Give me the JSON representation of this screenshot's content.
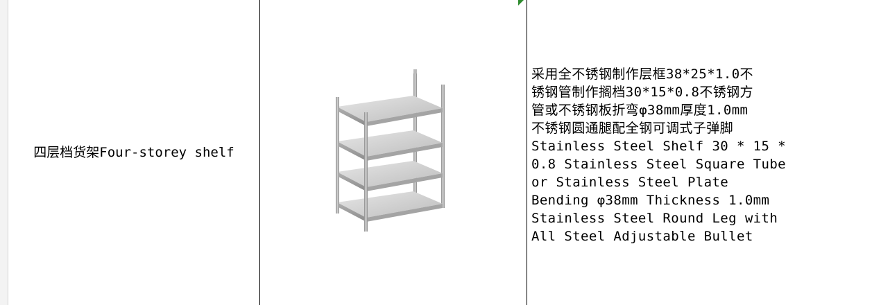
{
  "table": {
    "row": {
      "name": "四层档货架Four-storey shelf",
      "image_alt": "Four-storey stainless steel shelf",
      "description_lines": [
        "采用全不锈钢制作层框38*25*1.0不",
        "锈钢管制作搁档30*15*0.8不锈钢方",
        "管或不锈钢板折弯φ38mm厚度1.0mm",
        "不锈钢圆通腿配全钢可调式子弹脚",
        "Stainless Steel Shelf 30 * 15 *",
        "0.8 Stainless Steel Square Tube",
        "or Stainless Steel Plate",
        "Bending φ38mm Thickness 1.0mm",
        "Stainless Steel Round Leg with",
        "All Steel Adjustable Bullet"
      ]
    }
  },
  "colors": {
    "border": "#000000",
    "corner_marker": "#2e8b2e",
    "steel_light": "#d9d9d9",
    "steel_dark": "#9a9a9a"
  }
}
